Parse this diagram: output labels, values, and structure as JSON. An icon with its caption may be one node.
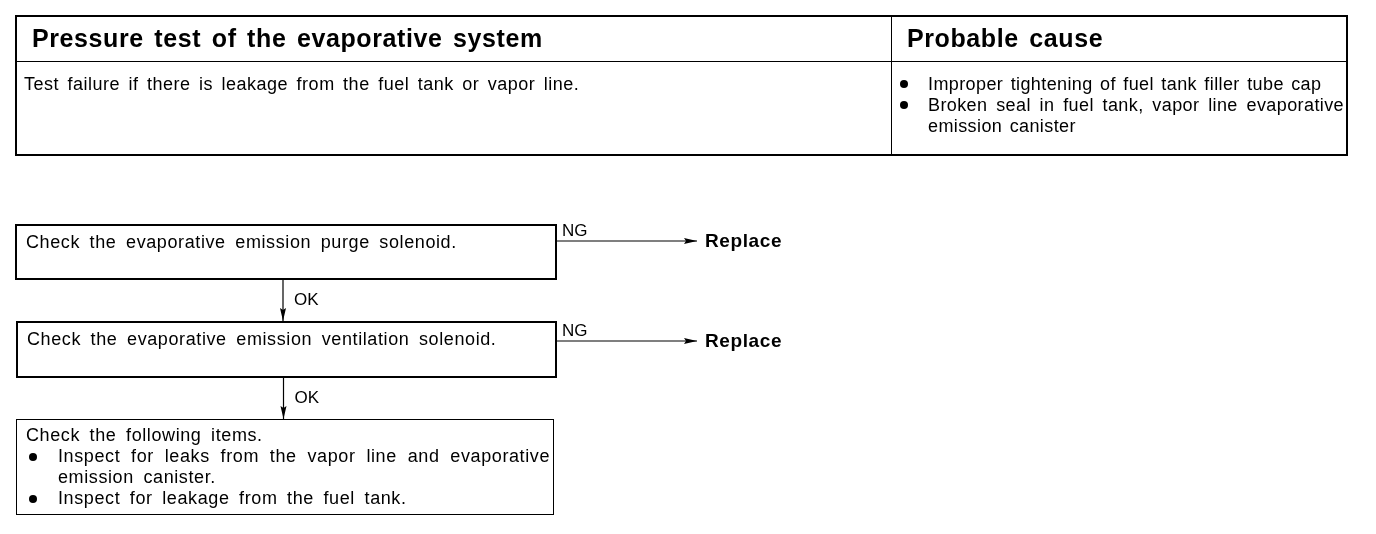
{
  "diagram": {
    "nodes": [
      {
        "text": [
          "Check the evaporative emission purge solenoid."
        ]
      },
      {
        "text": [
          "Replace"
        ]
      },
      {
        "text": [
          "Check the evaporative emission ventilation solenoid."
        ]
      },
      {
        "text": [
          "Replace"
        ]
      },
      {
        "text": [
          "Check the following items.",
          "Inspect for leaks from the vapor line and evaporative emission canister.",
          "Inspect for leakage from the fuel tank."
        ]
      }
    ],
    "edges": [
      {
        "from": 0,
        "to": 1,
        "arrow": "to",
        "label": "NG"
      },
      {
        "from": 0,
        "to": 2,
        "arrow": "to",
        "label": "OK"
      },
      {
        "from": 2,
        "to": 3,
        "arrow": "to",
        "label": "NG"
      },
      {
        "from": 2,
        "to": 4,
        "arrow": "to",
        "label": "OK"
      }
    ],
    "labels": [
      "Pressure test of the evaporative system",
      "Probable cause",
      "Test failure if there is leakage from the fuel tank or vapor line.",
      "Improper tightening of fuel tank filler tube cap",
      "Broken seal in fuel tank, vapor line evaporative emission canister"
    ]
  }
}
